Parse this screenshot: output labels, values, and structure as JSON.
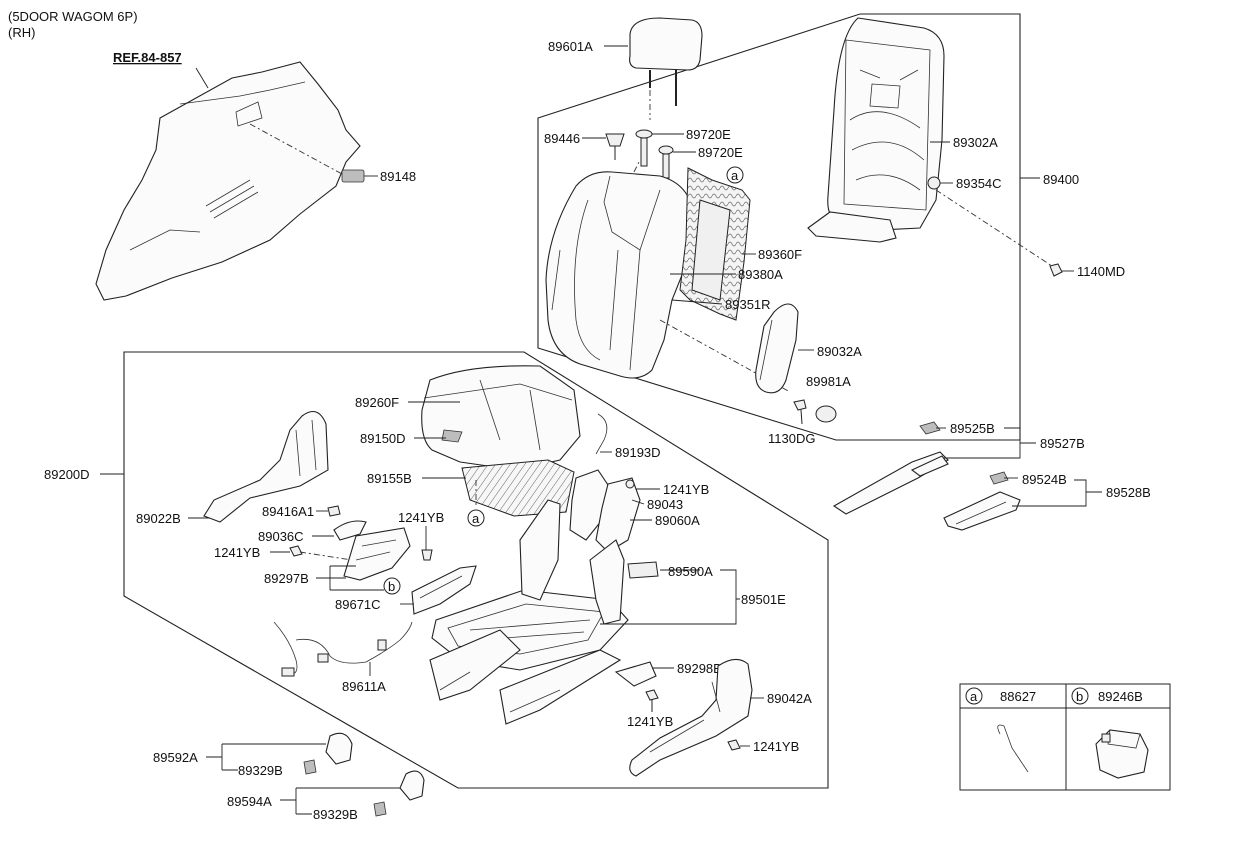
{
  "header": {
    "model": "(5DOOR WAGOM 6P)",
    "side": "(RH)"
  },
  "ref_label": "REF.84-857",
  "callouts": {
    "a": "a",
    "b": "b"
  },
  "labels": {
    "p89148": "89148",
    "p89601A": "89601A",
    "p89446": "89446",
    "p89720E_1": "89720E",
    "p89720E_2": "89720E",
    "p89302A": "89302A",
    "p89354C": "89354C",
    "p89400": "89400",
    "p89360F": "89360F",
    "p89380A": "89380A",
    "p89351R": "89351R",
    "p1140MD": "1140MD",
    "p89032A": "89032A",
    "p89981A": "89981A",
    "p1130DG": "1130DG",
    "p89260F": "89260F",
    "p89150D": "89150D",
    "p89193D": "89193D",
    "p89155B": "89155B",
    "p1241YB_1": "1241YB",
    "p89043": "89043",
    "p89060A": "89060A",
    "p89200D": "89200D",
    "p89022B": "89022B",
    "p89416A1": "89416A1",
    "p1241YB_2": "1241YB",
    "p89036C": "89036C",
    "p1241YB_3": "1241YB",
    "p89297B": "89297B",
    "p89590A": "89590A",
    "p89501E": "89501E",
    "p89671C": "89671C",
    "p89611A": "89611A",
    "p89298B": "89298B",
    "p1241YB_4": "1241YB",
    "p89042A": "89042A",
    "p1241YB_5": "1241YB",
    "p89525B": "89525B",
    "p89527B": "89527B",
    "p89524B": "89524B",
    "p89528B": "89528B",
    "p89592A": "89592A",
    "p89329B_1": "89329B",
    "p89594A": "89594A",
    "p89329B_2": "89329B"
  },
  "legend": {
    "a_letter": "a",
    "a_part": "88627",
    "b_letter": "b",
    "b_part": "89246B"
  }
}
